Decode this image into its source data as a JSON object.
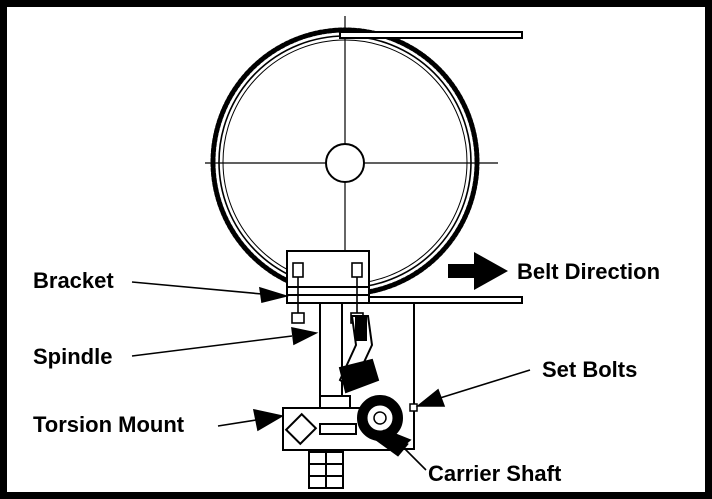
{
  "diagram": {
    "labels": {
      "bracket": "Bracket",
      "spindle": "Spindle",
      "torsion_mount": "Torsion Mount",
      "belt_direction": "Belt Direction",
      "set_bolts": "Set Bolts",
      "carrier_shaft": "Carrier Shaft"
    }
  },
  "colors": {
    "frame": "#000000",
    "line": "#000000",
    "background": "#ffffff"
  }
}
